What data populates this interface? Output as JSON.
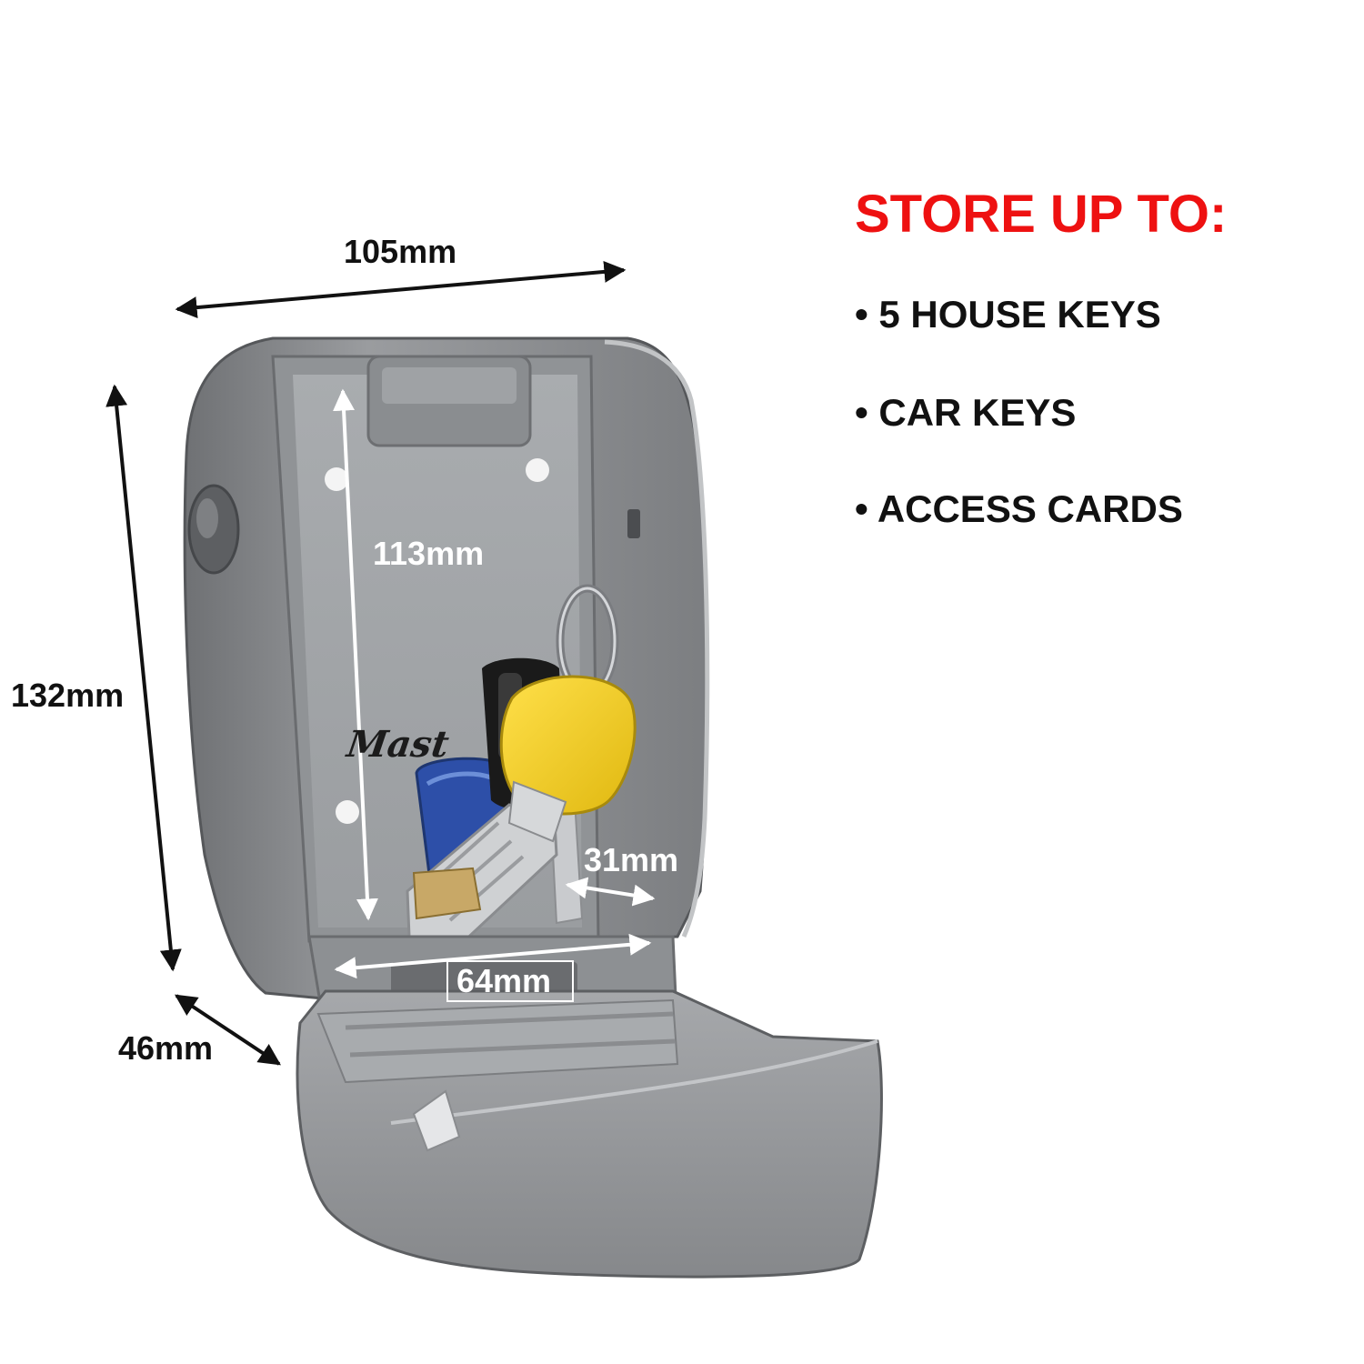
{
  "colors": {
    "headline": "#ee1111",
    "body_text": "#111111",
    "case_grey": "#8e9093",
    "inner_grey": "#a4a7aa",
    "key_yellow": "#f3cf1f",
    "key_blue": "#2d4fa8",
    "key_black": "#1a1a1a"
  },
  "dimensions": {
    "width": "105mm",
    "height": "132mm",
    "depth": "46mm",
    "inner_height": "113mm",
    "inner_width": "64mm",
    "inner_depth": "31mm"
  },
  "brand_mark": "Mast",
  "info": {
    "headline": "STORE UP TO:",
    "items": [
      "• 5 HOUSE KEYS",
      "• CAR KEYS",
      "• ACCESS CARDS"
    ]
  }
}
